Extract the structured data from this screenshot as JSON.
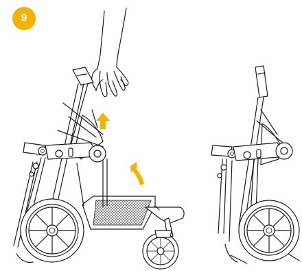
{
  "instruction": {
    "step_number": "9",
    "accent_color": "#F2B400"
  },
  "figures": [
    {
      "name": "stroller-folding",
      "state": "partially folded, lifted by hand"
    },
    {
      "name": "stroller-folded",
      "state": "fully folded"
    }
  ],
  "arrows": [
    {
      "name": "lift-up-arrow",
      "direction": "up"
    },
    {
      "name": "rotate-arrow",
      "direction": "curved up-left"
    }
  ]
}
